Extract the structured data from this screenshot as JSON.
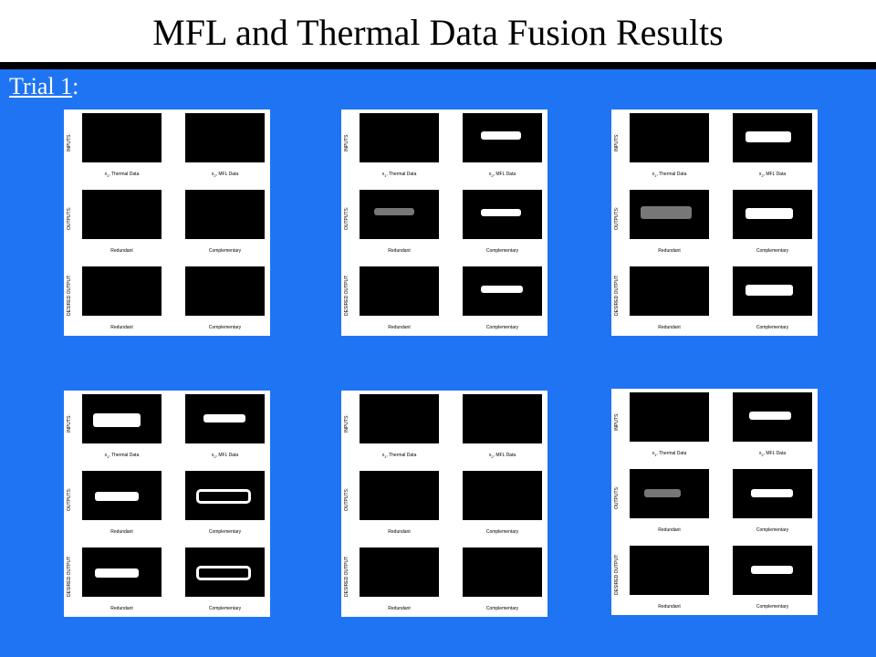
{
  "slide": {
    "title": "MFL and Thermal Data Fusion Results",
    "trial_label": "Trial 1",
    "trial_colon": ":",
    "background_color": "#1f74f3"
  },
  "panel_text": {
    "row_labels": [
      "INPUTS:",
      "OUTPUTS:",
      "DESIRED OUTPUT:"
    ],
    "x1_caption": "x",
    "x1_sub": "1",
    "x1_rest": ", Thermal Data",
    "x2_caption": "x",
    "x2_sub": "2",
    "x2_rest": ", MFL Data",
    "redundant": "Redundant",
    "complementary": "Complementary"
  }
}
